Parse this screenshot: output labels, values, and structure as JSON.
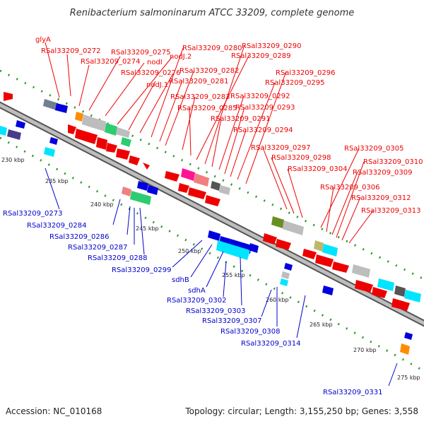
{
  "title": "Renibacterium salmoninarum ATCC 33209, complete genome",
  "footer": {
    "accession": "Accession: NC_010168",
    "summary": "Topology: circular; Length: 3,155,250 bp; Genes: 3,558"
  },
  "ticks": [
    "230 kbp",
    "235 kbp",
    "240 kbp",
    "245 kbp",
    "250 kbp",
    "255 kbp",
    "260 kbp",
    "265 kbp",
    "270 kbp",
    "275 kbp"
  ],
  "top_labels": [
    "glyA",
    "RSal33209_0272",
    "RSal33209_0274",
    "RSal33209_0275",
    "nodI",
    "nodJ.2",
    "nodJ.1",
    "RSal33209_0276",
    "RSal33209_0280",
    "RSal33209_0281",
    "RSal33209_0282",
    "RSal33209_0283",
    "RSal33209_0285",
    "RSal33209_0289",
    "RSal33209_0290",
    "RSal33209_0291",
    "RSal33209_0292",
    "RSal33209_0293",
    "RSal33209_0294",
    "RSal33209_0295",
    "RSal33209_0296",
    "RSal33209_0297",
    "RSal33209_0298",
    "RSal33209_0304",
    "RSal33209_0305",
    "RSal33209_0306",
    "RSal33209_0309",
    "RSal33209_0310",
    "RSal33209_0312",
    "RSal33209_0313"
  ],
  "bottom_labels": [
    "RSal33209_0273",
    "RSal33209_0284",
    "RSal33209_0286",
    "RSal33209_0287",
    "RSal33209_0288",
    "RSal33209_0299",
    "sdhB",
    "sdhA",
    "RSal33209_0302",
    "RSal33209_0303",
    "RSal33209_0307",
    "RSal33209_0308",
    "RSal33209_0314",
    "RSal33209_0331"
  ],
  "colors": {
    "forward_gene": "#ee0000",
    "reverse_gene": "#0000dd",
    "backbone": "#888888",
    "label_top": "#ee0000",
    "label_bottom": "#0000cc",
    "tick_mark": "#2a9a2a"
  }
}
